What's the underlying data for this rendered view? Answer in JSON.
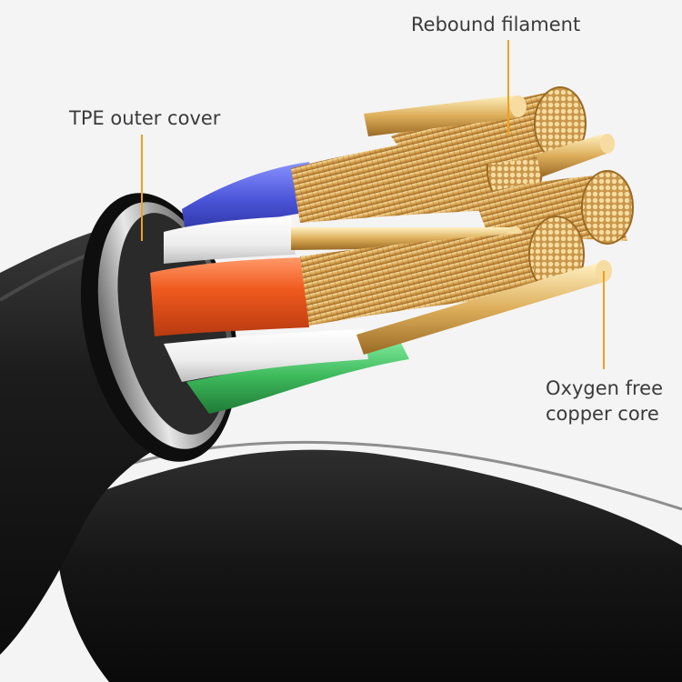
{
  "labels": {
    "rebound_filament": "Rebound filament",
    "tpe_outer_cover": "TPE outer cover",
    "oxygen_free_line1": "Oxygen free",
    "oxygen_free_line2": "copper core"
  },
  "colors": {
    "background": "#f4f4f4",
    "leader_line": "#f0a020",
    "cable_jacket": "#1a1a1a",
    "copper": "#c8903c",
    "insulation_orange": "#f05a1e",
    "insulation_blue": "#4a55d8",
    "insulation_green": "#3cb85a",
    "insulation_white": "#f2f2f2",
    "shield_silver": "#b8b8b8"
  }
}
